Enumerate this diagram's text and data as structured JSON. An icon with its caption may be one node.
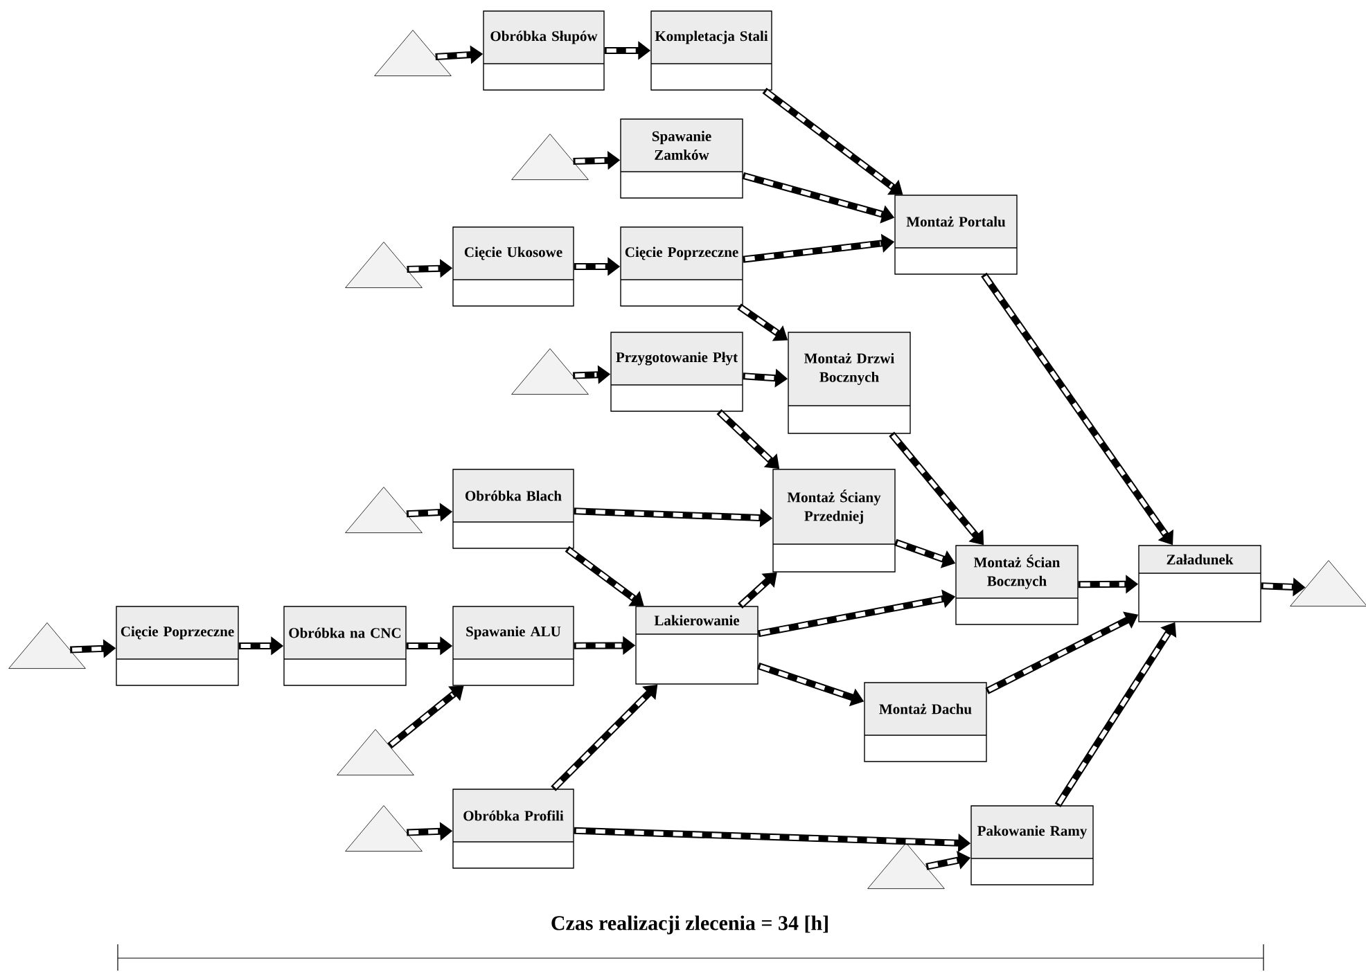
{
  "diagram": {
    "nodes": [
      {
        "text": [],
        "shape": "triangle"
      },
      {
        "text": [
          "Obróbka Słupów"
        ]
      },
      {
        "text": [
          "Kompletacja Stali"
        ]
      },
      {
        "text": [],
        "shape": "triangle"
      },
      {
        "text": [
          "Spawanie Zamków"
        ]
      },
      {
        "text": [
          "Montaż Portalu"
        ]
      },
      {
        "text": [],
        "shape": "triangle"
      },
      {
        "text": [
          "Cięcie Ukosowe"
        ]
      },
      {
        "text": [
          "Cięcie Poprzeczne"
        ]
      },
      {
        "text": [],
        "shape": "triangle"
      },
      {
        "text": [
          "Przygotowanie Płyt"
        ]
      },
      {
        "text": [
          "Montaż Drzwi Bocznych"
        ]
      },
      {
        "text": [],
        "shape": "triangle"
      },
      {
        "text": [
          "Obróbka Blach"
        ]
      },
      {
        "text": [
          "Montaż Ściany Przedniej"
        ]
      },
      {
        "text": [
          "Montaż Ścian Bocznych"
        ]
      },
      {
        "text": [
          "Załadunek"
        ]
      },
      {
        "text": [],
        "shape": "triangle"
      },
      {
        "text": [],
        "shape": "triangle"
      },
      {
        "text": [
          "Cięcie Poprzeczne"
        ]
      },
      {
        "text": [
          "Obróbka na CNC"
        ]
      },
      {
        "text": [
          "Spawanie ALU"
        ]
      },
      {
        "text": [
          "Lakierowanie"
        ]
      },
      {
        "text": [],
        "shape": "triangle"
      },
      {
        "text": [
          "Montaż Dachu"
        ]
      },
      {
        "text": [],
        "shape": "triangle"
      },
      {
        "text": [
          "Obróbka Profili"
        ]
      },
      {
        "text": [
          "Pakowanie Ramy"
        ]
      },
      {
        "text": [],
        "shape": "triangle"
      }
    ],
    "edges": [
      {
        "from": 0,
        "to": 1,
        "arrow": "to"
      },
      {
        "from": 1,
        "to": 2,
        "arrow": "to"
      },
      {
        "from": 2,
        "to": 5,
        "arrow": "to"
      },
      {
        "from": 3,
        "to": 4,
        "arrow": "to"
      },
      {
        "from": 4,
        "to": 5,
        "arrow": "to"
      },
      {
        "from": 6,
        "to": 7,
        "arrow": "to"
      },
      {
        "from": 7,
        "to": 8,
        "arrow": "to"
      },
      {
        "from": 8,
        "to": 5,
        "arrow": "to"
      },
      {
        "from": 8,
        "to": 11,
        "arrow": "to"
      },
      {
        "from": 9,
        "to": 10,
        "arrow": "to"
      },
      {
        "from": 10,
        "to": 11,
        "arrow": "to"
      },
      {
        "from": 10,
        "to": 14,
        "arrow": "to"
      },
      {
        "from": 11,
        "to": 15,
        "arrow": "to"
      },
      {
        "from": 12,
        "to": 13,
        "arrow": "to"
      },
      {
        "from": 13,
        "to": 14,
        "arrow": "to"
      },
      {
        "from": 13,
        "to": 22,
        "arrow": "to"
      },
      {
        "from": 14,
        "to": 15,
        "arrow": "to"
      },
      {
        "from": 5,
        "to": 16,
        "arrow": "to"
      },
      {
        "from": 15,
        "to": 16,
        "arrow": "to"
      },
      {
        "from": 16,
        "to": 17,
        "arrow": "to"
      },
      {
        "from": 18,
        "to": 19,
        "arrow": "to"
      },
      {
        "from": 19,
        "to": 20,
        "arrow": "to"
      },
      {
        "from": 20,
        "to": 21,
        "arrow": "to"
      },
      {
        "from": 21,
        "to": 22,
        "arrow": "to"
      },
      {
        "from": 23,
        "to": 21,
        "arrow": "to"
      },
      {
        "from": 22,
        "to": 14,
        "arrow": "to"
      },
      {
        "from": 22,
        "to": 15,
        "arrow": "to"
      },
      {
        "from": 22,
        "to": 24,
        "arrow": "to"
      },
      {
        "from": 24,
        "to": 16,
        "arrow": "to"
      },
      {
        "from": 25,
        "to": 26,
        "arrow": "to"
      },
      {
        "from": 26,
        "to": 22,
        "arrow": "to"
      },
      {
        "from": 26,
        "to": 27,
        "arrow": "to"
      },
      {
        "from": 27,
        "to": 16,
        "arrow": "to"
      },
      {
        "from": 28,
        "to": 27,
        "arrow": "to"
      }
    ],
    "labels": [
      "Czas realizacji zlecenia = 34 [h]"
    ]
  }
}
